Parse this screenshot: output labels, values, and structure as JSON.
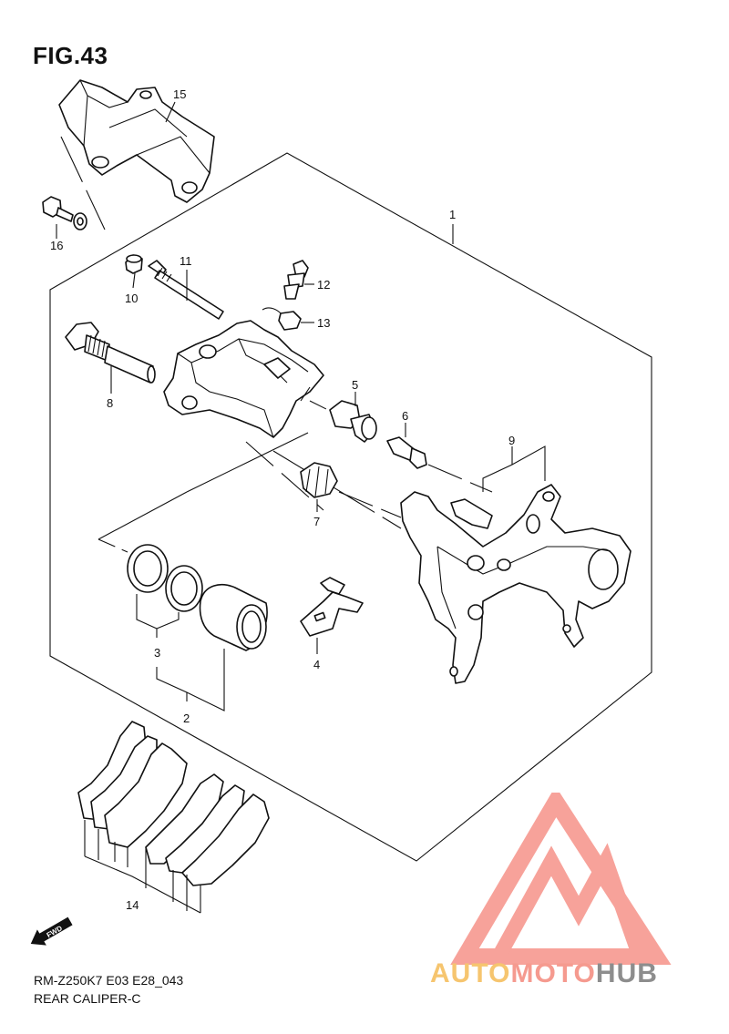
{
  "figure": {
    "title": "FIG.43",
    "model_code": "RM-Z250K7 E03 E28_043",
    "section_name": "REAR CALIPER-C"
  },
  "callouts": [
    "1",
    "2",
    "3",
    "4",
    "5",
    "6",
    "7",
    "8",
    "9",
    "10",
    "11",
    "12",
    "13",
    "14",
    "15",
    "16"
  ],
  "direction_badge": "FWD",
  "watermark": {
    "part1": "AUTO",
    "part2": "MOTO",
    "part3": "HUB",
    "colors": {
      "auto": "#f6c56f",
      "moto": "#f59a8f",
      "hub": "#8d8d8d",
      "mark": "#f7a29a"
    }
  }
}
